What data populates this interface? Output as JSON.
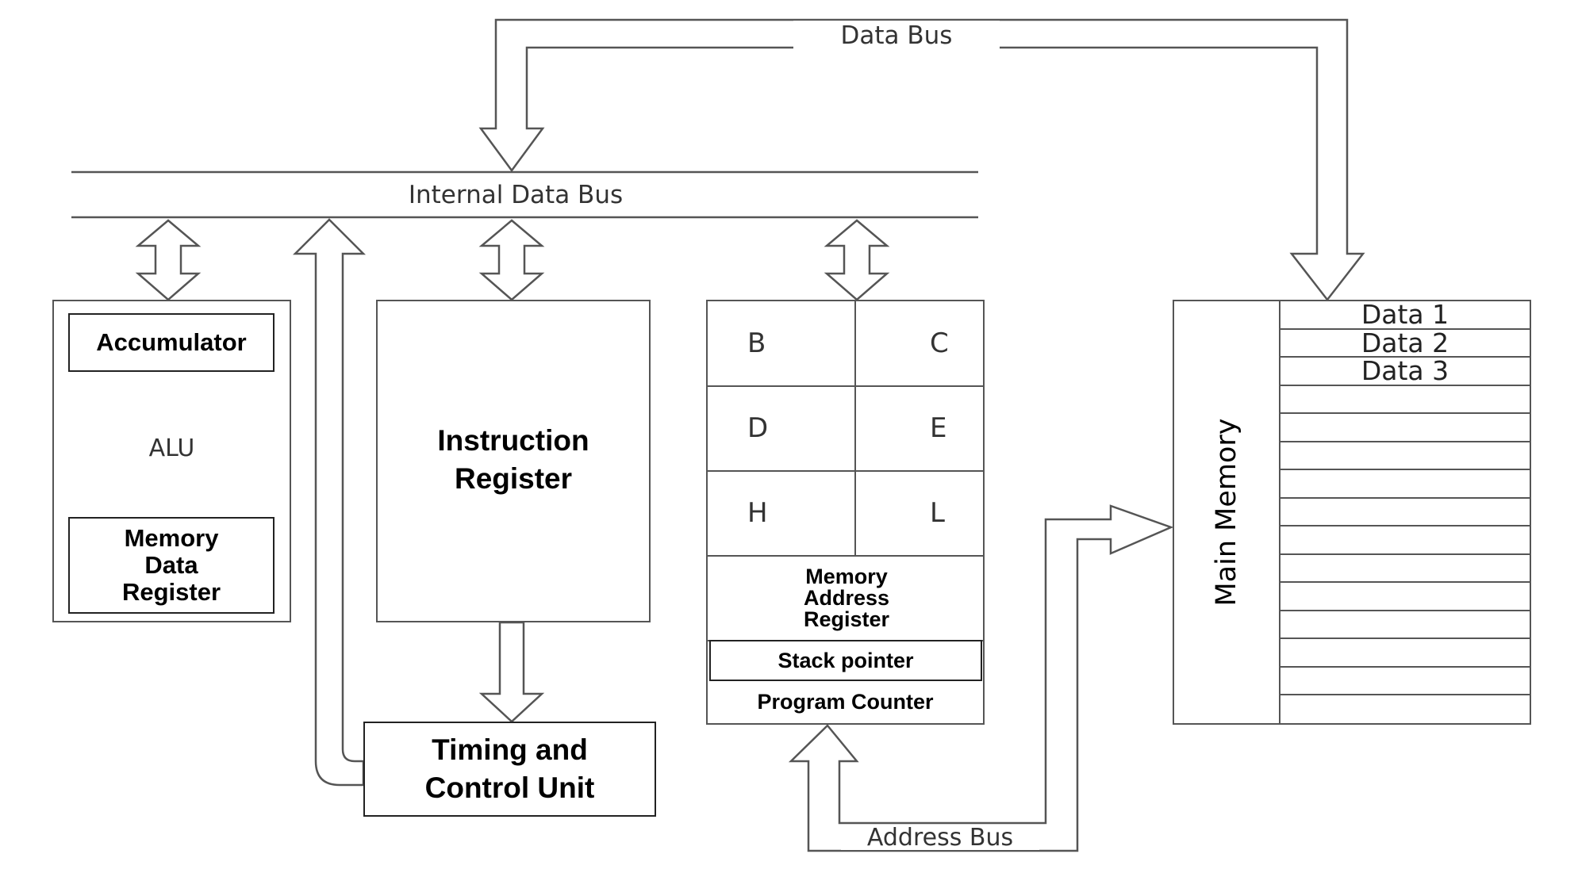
{
  "buses": {
    "data_bus": "Data Bus",
    "internal_data_bus": "Internal Data Bus",
    "address_bus": "Address Bus"
  },
  "alu_block": {
    "accumulator": "Accumulator",
    "alu": "ALU",
    "memory_data_register": "Memory Data Register"
  },
  "instruction_register": "Instruction Register",
  "timing_control_unit": "Timing and Control Unit",
  "register_block": {
    "registers": [
      "B",
      "C",
      "D",
      "E",
      "H",
      "L"
    ],
    "memory_address_register": "Memory Address Register",
    "stack_pointer": "Stack pointer",
    "program_counter": "Program Counter"
  },
  "main_memory": {
    "label": "Main Memory",
    "rows": [
      "Data 1",
      "Data 2",
      "Data 3",
      "",
      "",
      "",
      "",
      "",
      "",
      "",
      "",
      "",
      "",
      "",
      ""
    ]
  },
  "colors": {
    "line": "#555555",
    "text": "#000000"
  }
}
